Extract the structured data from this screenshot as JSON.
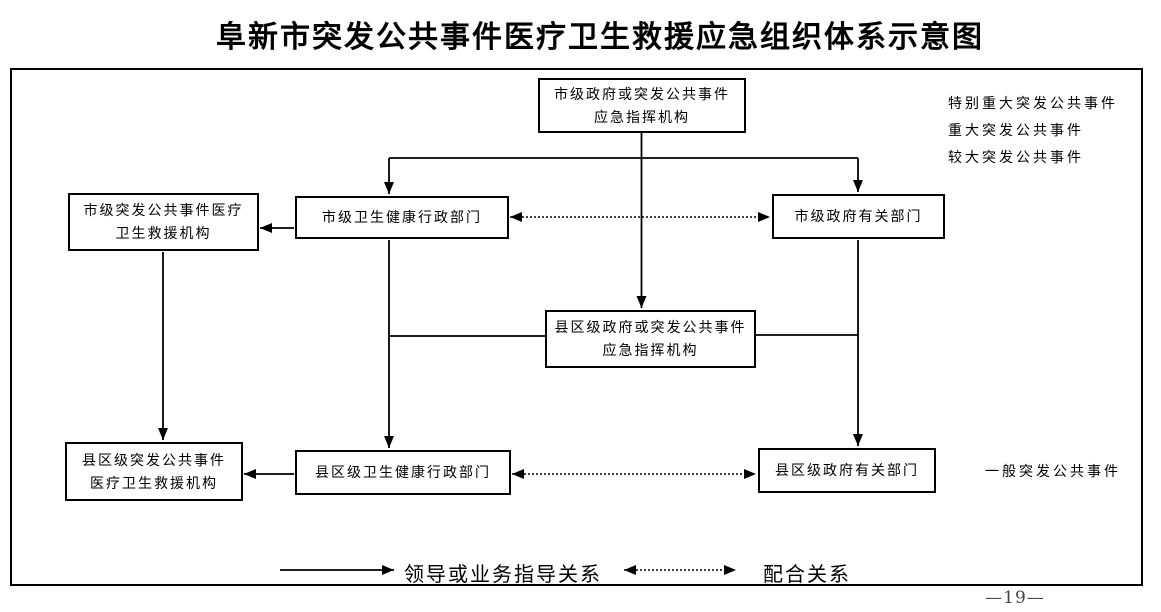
{
  "title": "阜新市突发公共事件医疗卫生救援应急组织体系示意图",
  "nodes": {
    "city_command": {
      "line1": "市级政府或突发公共事件",
      "line2": "应急指挥机构"
    },
    "city_medical": {
      "line1": "市级突发公共事件医疗",
      "line2": "卫生救援机构"
    },
    "city_health": {
      "line1": "市级卫生健康行政部门"
    },
    "city_gov_depts": {
      "line1": "市级政府有关部门"
    },
    "county_command": {
      "line1": "县区级政府或突发公共事件",
      "line2": "应急指挥机构"
    },
    "county_medical": {
      "line1": "县区级突发公共事件",
      "line2": "医疗卫生救援机构"
    },
    "county_health": {
      "line1": "县区级卫生健康行政部门"
    },
    "county_gov_depts": {
      "line1": "县区级政府有关部门"
    }
  },
  "severity_labels": {
    "extreme": "特别重大突发公共事件",
    "major": "重大突发公共事件",
    "large": "较大突发公共事件",
    "general": "一般突发公共事件"
  },
  "legend": {
    "solid_label": "领导或业务指导关系",
    "dashed_label": "配合关系"
  },
  "page_number": "—19—",
  "colors": {
    "line": "#000000",
    "text": "#000000",
    "background": "#ffffff"
  }
}
